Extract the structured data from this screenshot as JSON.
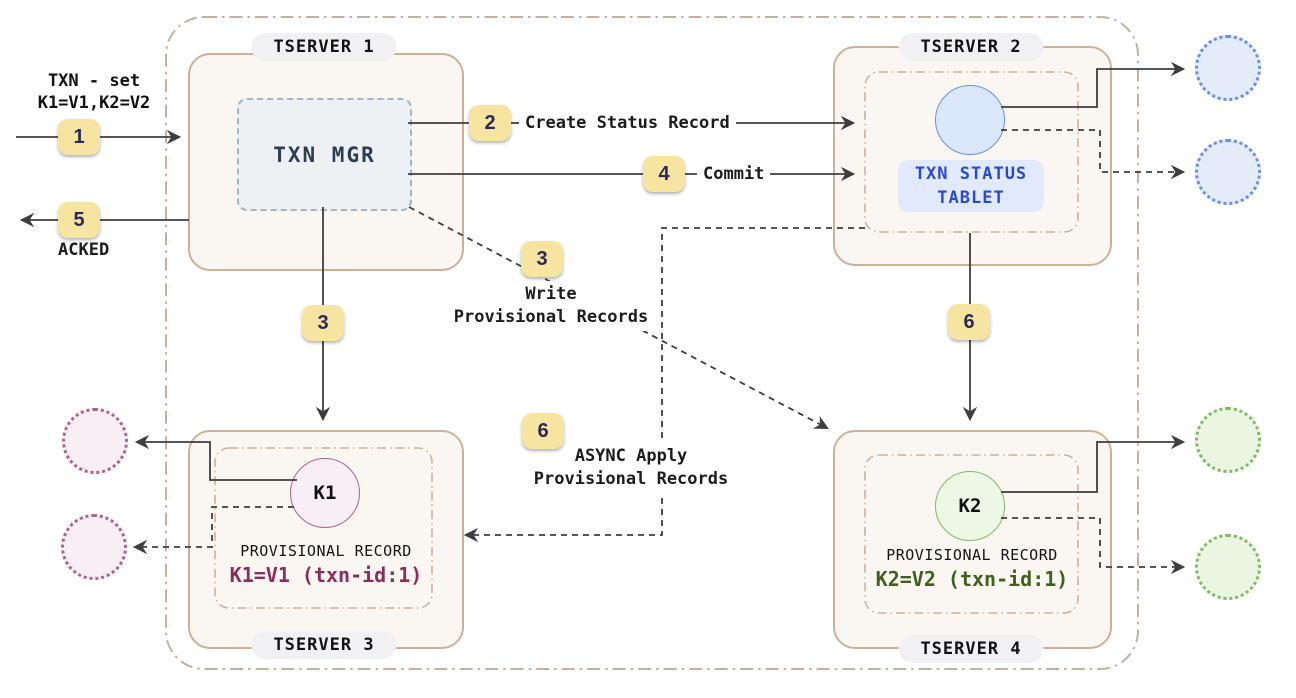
{
  "client": {
    "request_line1": "TXN - set",
    "request_line2": "K1=V1,K2=V2",
    "ack": "ACKED"
  },
  "badges": {
    "step1": "1",
    "step2": "2",
    "step3_down": "3",
    "step3_diag": "3",
    "step4": "4",
    "step5": "5",
    "step6_down": "6",
    "step6_async": "6"
  },
  "labels": {
    "create_status": "Create Status Record",
    "commit": "Commit",
    "write_line1": "Write",
    "write_line2": "Provisional Records",
    "async_line1": "ASYNC Apply",
    "async_line2": "Provisional Records"
  },
  "tserver1": {
    "name": "TSERVER 1",
    "txn_mgr": "TXN MGR"
  },
  "tserver2": {
    "name": "TSERVER 2",
    "tablet_line1": "TXN STATUS",
    "tablet_line2": "TABLET"
  },
  "tserver3": {
    "name": "TSERVER 3",
    "key": "K1",
    "record_title": "PROVISIONAL RECORD",
    "record_value": "K1=V1 (txn-id:1)"
  },
  "tserver4": {
    "name": "TSERVER 4",
    "key": "K2",
    "record_title": "PROVISIONAL RECORD",
    "record_value": "K2=V2 (txn-id:1)"
  },
  "colors": {
    "badge_fill": "#f6e5a0",
    "badge_text": "#2c2857",
    "server_border": "#cdb098",
    "server_fill": "#faf7f2",
    "txn_mgr_fill": "#edf1f3",
    "txn_mgr_border": "#9db6c8",
    "tablet_label_fill": "#e1eafc",
    "tablet_label_text": "#2b49d0",
    "blue": "#6690ee",
    "blue_fill": "#dbe7fb",
    "pink": "#ae6289",
    "pink_fill": "#f8eff4",
    "k1_accent": "#8d2b5a",
    "green": "#84ba64",
    "green_fill": "#ecf7e6",
    "k2_accent": "#3e611d",
    "arrow": "#3e3e3e"
  }
}
